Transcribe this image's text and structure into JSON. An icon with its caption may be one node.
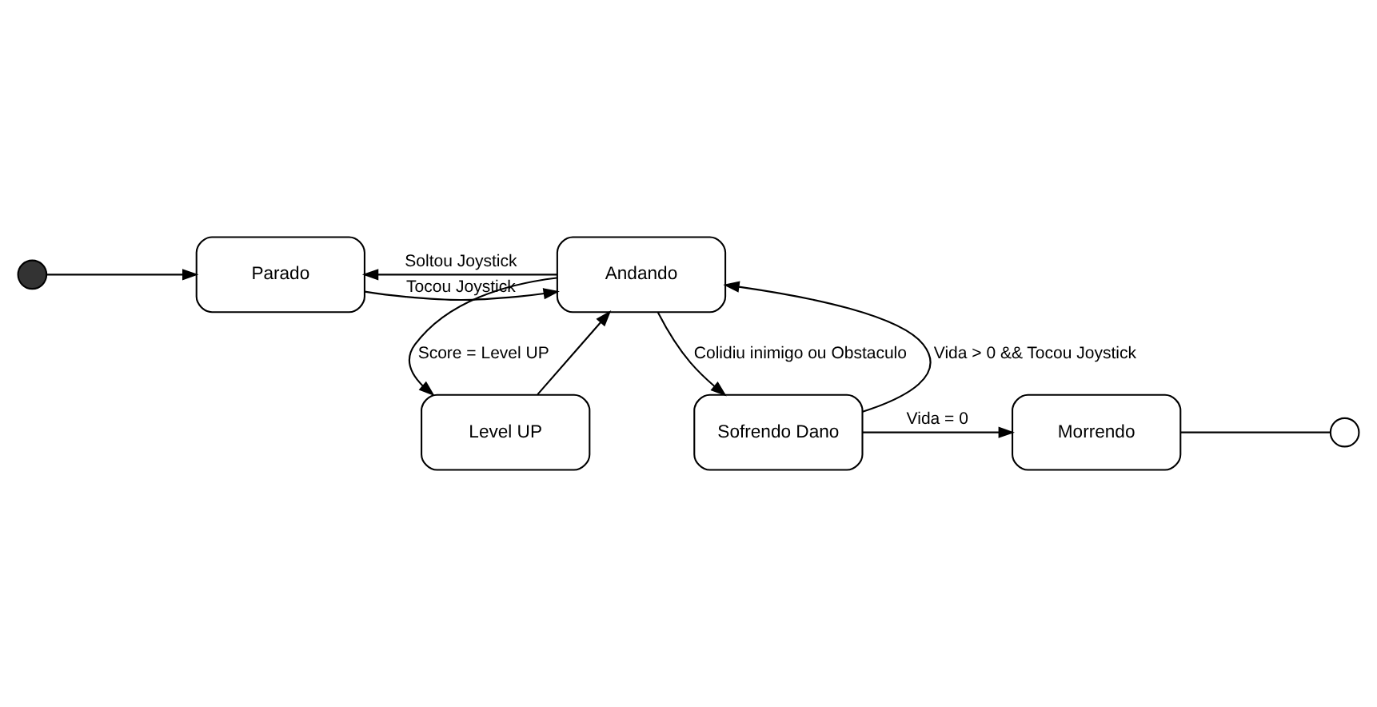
{
  "diagram": {
    "nodes": [
      {
        "text": [],
        "shape": "circle"
      },
      {
        "text": [
          "Parado"
        ]
      },
      {
        "text": [
          "Andando"
        ]
      },
      {
        "text": [
          "Level UP"
        ]
      },
      {
        "text": [
          "Morrendo"
        ]
      },
      {
        "text": [
          "Sofrendo Dano"
        ]
      },
      {
        "text": [],
        "shape": "circle"
      }
    ],
    "edges": [
      {
        "from": 0,
        "to": 1,
        "arrow": "to"
      },
      {
        "from": 1,
        "to": 2,
        "arrow": "to",
        "label": "Tocou Joystick"
      },
      {
        "from": 2,
        "to": 1,
        "arrow": "to",
        "label": "Soltou Joystick"
      },
      {
        "from": 3,
        "to": 2,
        "arrow": "to"
      },
      {
        "from": 2,
        "to": 3,
        "arrow": "to",
        "label": "Score = Level UP"
      },
      {
        "from": 2,
        "to": 5,
        "arrow": "to",
        "label": "Colidiu inimigo ou Obstaculo"
      },
      {
        "from": 5,
        "to": 2,
        "arrow": "to",
        "label": "Vida > 0 && Tocou Joystick"
      },
      {
        "from": 5,
        "to": 4,
        "arrow": "to",
        "label": "Vida = 0"
      },
      {
        "from": 4,
        "to": 6,
        "arrow": "none"
      }
    ]
  }
}
